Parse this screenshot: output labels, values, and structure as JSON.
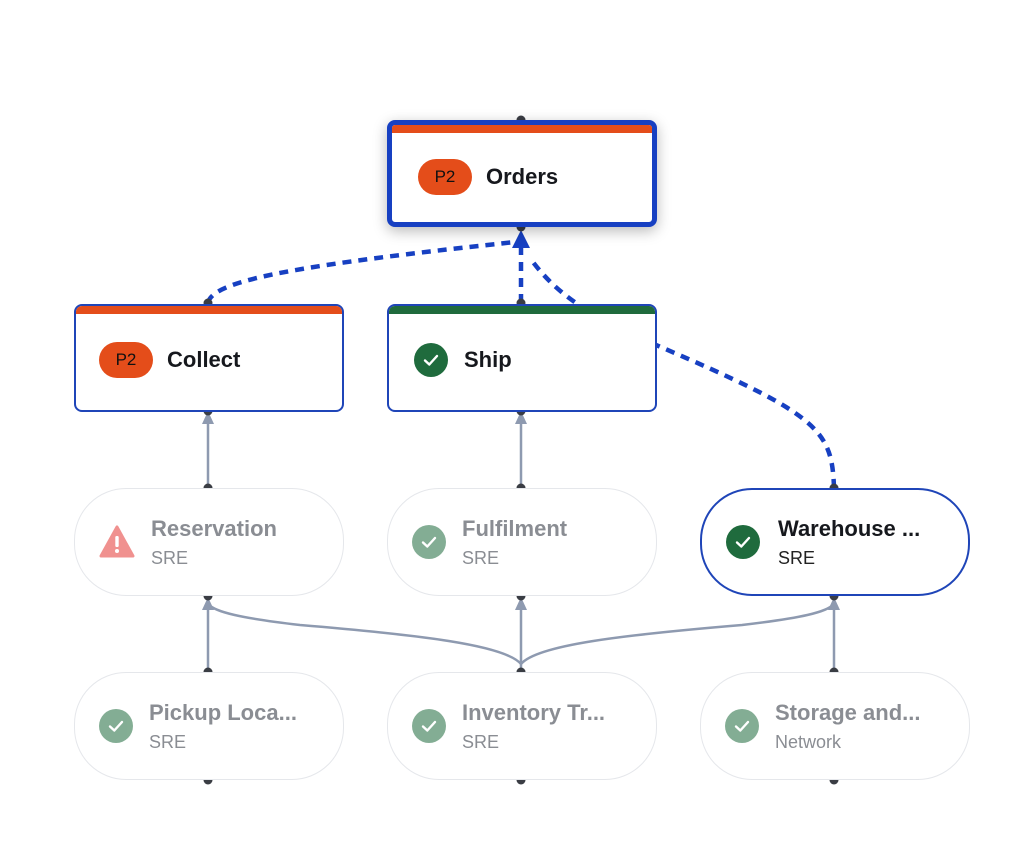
{
  "colors": {
    "accent": "#1f45b8",
    "p2": "#e44d1a",
    "ok": "#1f6b3d",
    "warning": "#e53935",
    "edge_dep": "#8e9ab0",
    "edge_active": "#1740c2"
  },
  "nodes": {
    "orders": {
      "priority": "P2",
      "title": "Orders",
      "status_bar": "#e44d1a"
    },
    "collect": {
      "priority": "P2",
      "title": "Collect",
      "status_bar": "#e44d1a"
    },
    "ship": {
      "title": "Ship",
      "status": "check-icon",
      "status_bar": "#1f6b3d"
    },
    "reservation": {
      "title": "Reservation",
      "team": "SRE",
      "status": "warning-icon"
    },
    "fulfilment": {
      "title": "Fulfilment",
      "team": "SRE",
      "status": "check-icon"
    },
    "warehouse": {
      "title": "Warehouse ...",
      "team": "SRE",
      "status": "check-icon"
    },
    "pickup": {
      "title": "Pickup Loca...",
      "team": "SRE",
      "status": "check-icon"
    },
    "inventory": {
      "title": "Inventory Tr...",
      "team": "SRE",
      "status": "check-icon"
    },
    "storage": {
      "title": "Storage and...",
      "team": "Network",
      "status": "check-icon"
    }
  }
}
